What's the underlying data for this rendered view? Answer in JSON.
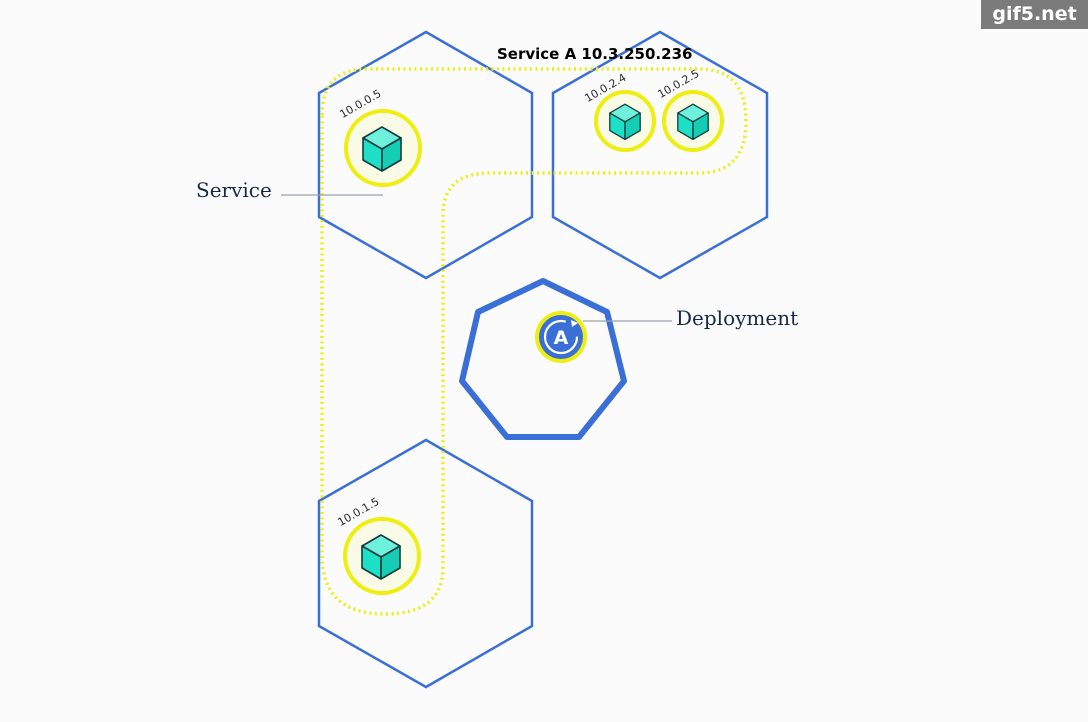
{
  "watermark": {
    "text": "gif5.net"
  },
  "service_group": {
    "title": "Service A 10.3.250.236"
  },
  "callouts": {
    "service": "Service",
    "deployment": "Deployment"
  },
  "deployment_icon": {
    "letter": "A",
    "icon": "deployment-icon"
  },
  "pods": [
    {
      "ip": "10.0.0.5",
      "icon": "cube-icon"
    },
    {
      "ip": "10.0.2.4",
      "icon": "cube-icon"
    },
    {
      "ip": "10.0.2.5",
      "icon": "cube-icon"
    },
    {
      "ip": "10.0.1.5",
      "icon": "cube-icon"
    }
  ],
  "colors": {
    "node_stroke": "#3a6fd8",
    "pod_ring": "#eeee11",
    "pod_fill": "#fafbe6",
    "cube": "#1de0c6",
    "service_outline": "#eeee11",
    "label_text": "#142a4a",
    "leader_line": "#9aa3ad"
  }
}
